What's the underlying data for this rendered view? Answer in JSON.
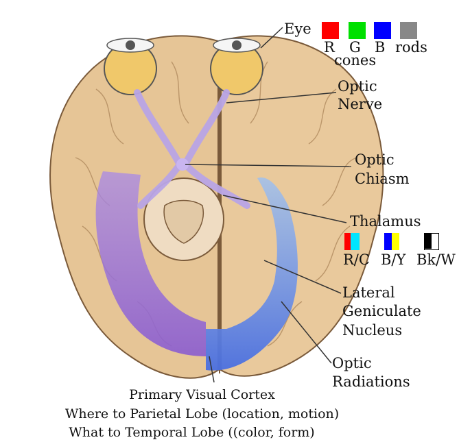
{
  "labels": {
    "eye": "Eye",
    "cone_r": "R",
    "cone_g": "G",
    "cone_b": "B",
    "rods": "rods",
    "cones": "cones",
    "optic_nerve_1": "Optic",
    "optic_nerve_2": "Nerve",
    "optic_chiasm_1": "Optic",
    "optic_chiasm_2": "Chiasm",
    "thalamus": "Thalamus",
    "rc": "R/C",
    "by": "B/Y",
    "bkw": "Bk/W",
    "lgn_1": "Lateral",
    "lgn_2": "Geniculate",
    "lgn_3": "Nucleus",
    "radiations_1": "Optic",
    "radiations_2": "Radiations"
  },
  "caption": {
    "line1": "Primary Visual Cortex",
    "line2": "Where to Parietal Lobe (location, motion)",
    "line3": "What to Temporal Lobe ((color, form)"
  },
  "colors": {
    "cone_red": "#ff0000",
    "cone_green": "#00e000",
    "cone_blue": "#0000ff",
    "rods_gray": "#888888",
    "cyan": "#00e5ff",
    "yellow": "#ffff00",
    "black": "#000000",
    "white": "#ffffff",
    "brain_tan": "#e8c79a",
    "purple_pathway": "#9b6fd6",
    "blue_pathway": "#5a7ee6"
  }
}
